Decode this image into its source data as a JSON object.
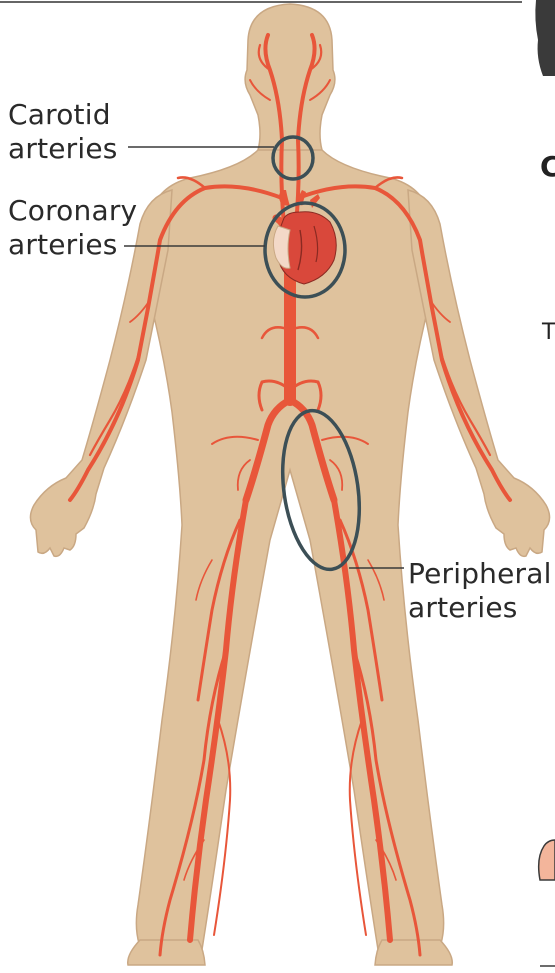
{
  "labels": {
    "carotid": [
      "Carotid",
      "arteries"
    ],
    "coronary": [
      "Coronary",
      "arteries"
    ],
    "peripheral": [
      "Peripheral",
      "arteries"
    ]
  },
  "fragments": {
    "letter_c": "C",
    "letter_t": "T"
  },
  "colors": {
    "skin": "#dfc29d",
    "skin_outline": "#c9a884",
    "artery": "#e8563a",
    "callout_ring": "#3c4f56",
    "heart": "#d9483b"
  }
}
